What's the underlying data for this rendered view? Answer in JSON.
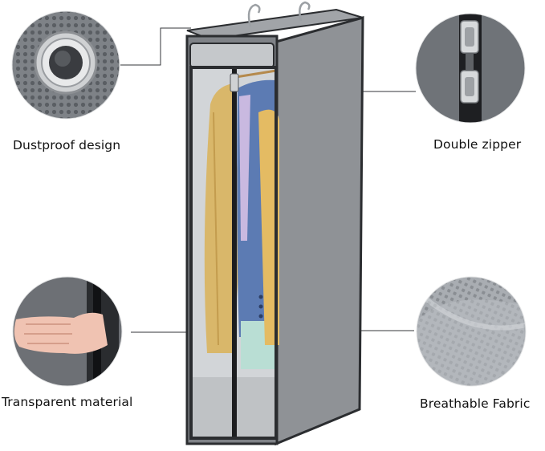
{
  "features": {
    "dustproof": {
      "label": "Dustproof design"
    },
    "zipper": {
      "label": "Double zipper"
    },
    "transparent": {
      "label": "Transparent material"
    },
    "breathable": {
      "label": "Breathable Fabric"
    }
  },
  "colors": {
    "fabric": "#8f9296",
    "fabric_dark": "#6f7276",
    "trim": "#2b2d30",
    "window": "#c8cbce",
    "background": "#ffffff"
  },
  "icons": [
    "grommet-icon",
    "zipper-icon",
    "hand-icon",
    "mesh-icon",
    "hanger-icon"
  ]
}
